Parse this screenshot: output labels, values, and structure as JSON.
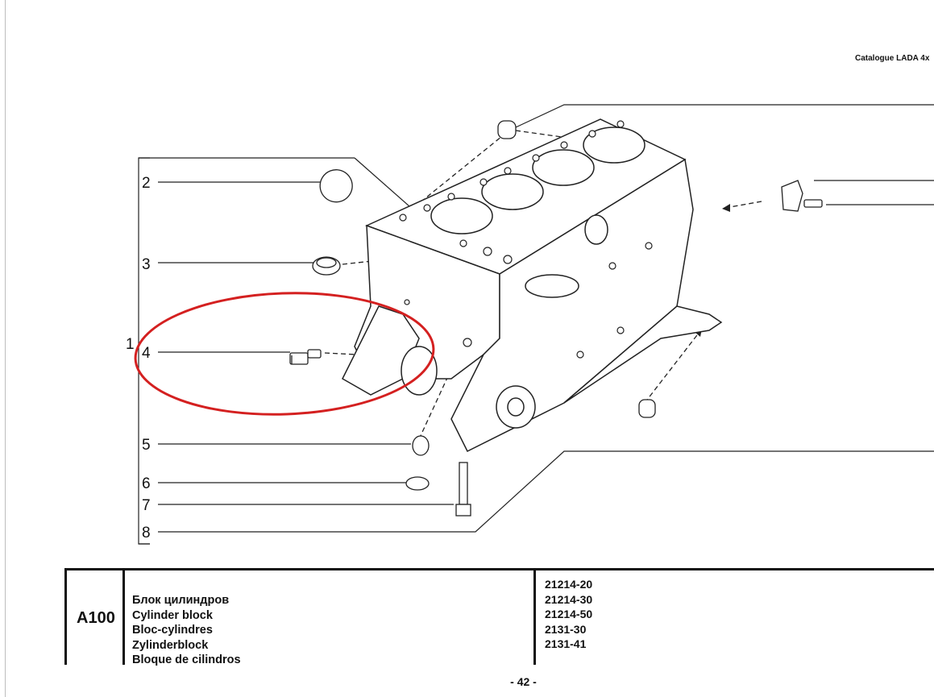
{
  "header": {
    "catalogue_title": "Catalogue LADA 4x"
  },
  "diagram": {
    "callouts": [
      "1",
      "2",
      "3",
      "4",
      "5",
      "6",
      "7",
      "8"
    ],
    "highlight_color": "#d42020"
  },
  "table": {
    "code": "A100",
    "names": [
      "Блок цилиндров",
      "Cylinder block",
      "Bloc-cylindres",
      "Zylinderblock",
      "Bloque de cilindros"
    ],
    "models": [
      "21214-20",
      "21214-30",
      "21214-50",
      "2131-30",
      "2131-41"
    ]
  },
  "footer": {
    "page_number": "- 42 -"
  }
}
